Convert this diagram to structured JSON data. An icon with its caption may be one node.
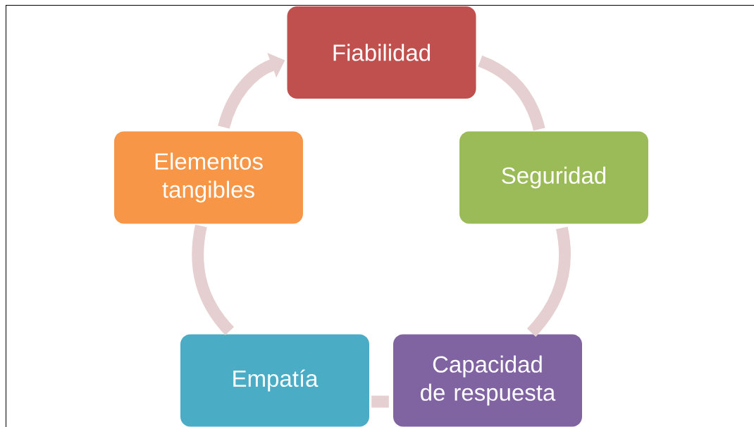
{
  "diagram": {
    "nodes": [
      {
        "text": [
          "Fiabilidad"
        ]
      },
      {
        "text": [
          "Seguridad"
        ]
      },
      {
        "text": [
          "Capacidad de respuesta"
        ]
      },
      {
        "text": [
          "Empatía"
        ]
      },
      {
        "text": [
          "Elementos tangibles"
        ]
      }
    ],
    "edges": [
      {
        "from": 0,
        "to": 1,
        "arrow": "none"
      },
      {
        "from": 1,
        "to": 2,
        "arrow": "none"
      },
      {
        "from": 2,
        "to": 3,
        "arrow": "none"
      },
      {
        "from": 3,
        "to": 4,
        "arrow": "none"
      },
      {
        "from": 4,
        "to": 0,
        "arrow": "to"
      }
    ]
  }
}
